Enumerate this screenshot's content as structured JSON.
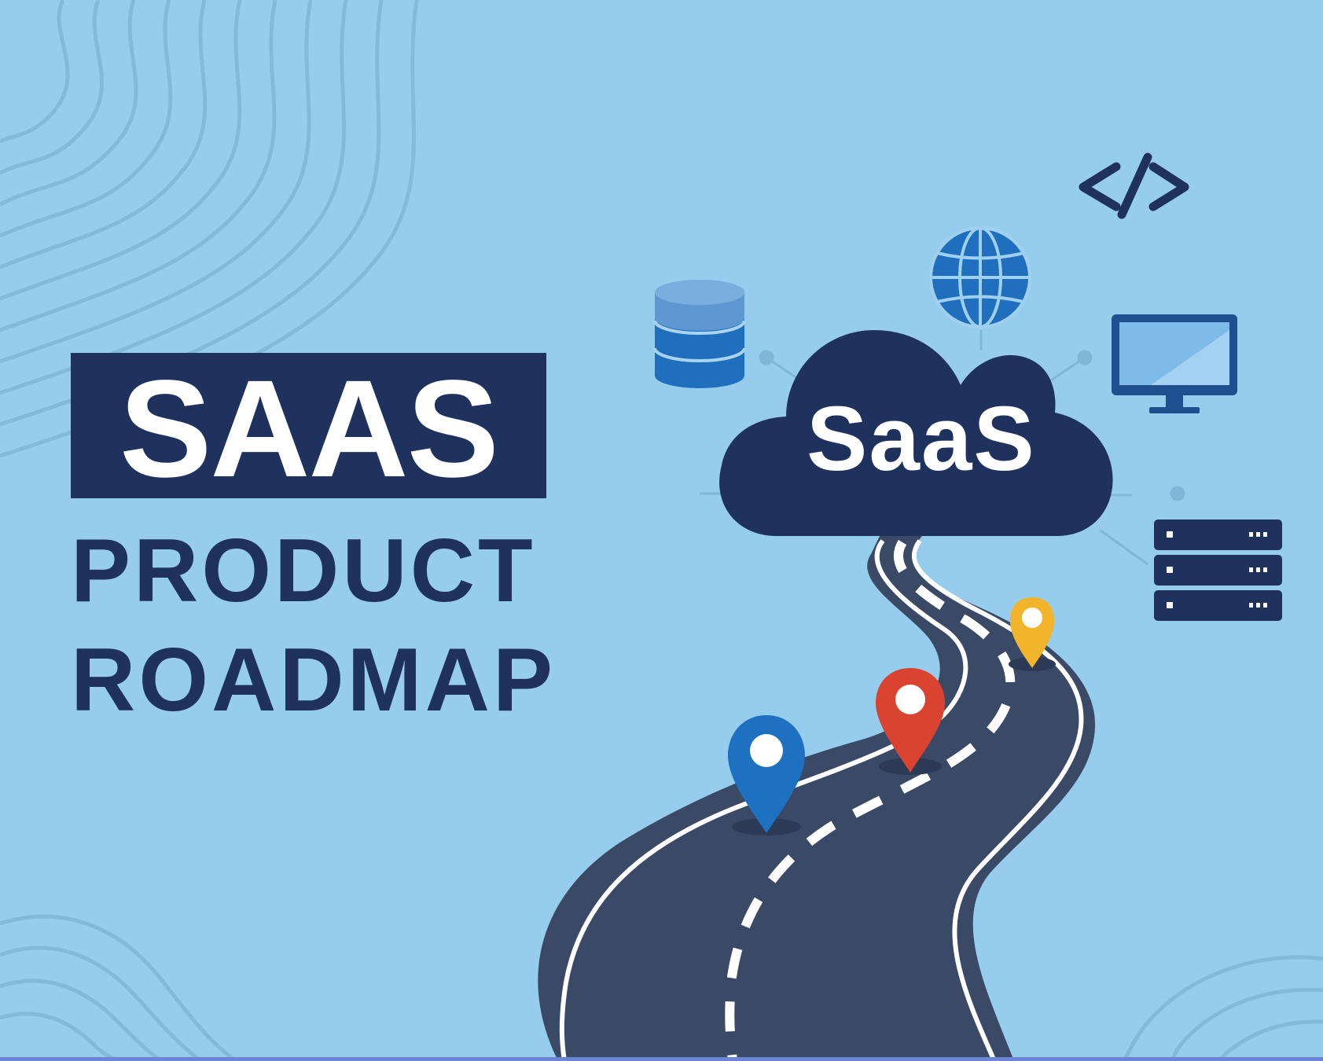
{
  "title": {
    "highlight": "SAAS",
    "line1": "PRODUCT",
    "line2": "ROADMAP"
  },
  "cloud": {
    "label": "SaaS"
  },
  "icons": [
    "database-icon",
    "globe-icon",
    "code-icon",
    "monitor-icon",
    "server-icon",
    "cloud-icon",
    "road-icon",
    "map-pin-icon"
  ],
  "colors": {
    "background": "#97cdec",
    "navy": "#1f325e",
    "road": "#3a4a66",
    "pin_blue": "#1e70c1",
    "pin_red": "#d9432f",
    "pin_yellow": "#f2b42a",
    "accent_blue": "#1f6fbe"
  }
}
